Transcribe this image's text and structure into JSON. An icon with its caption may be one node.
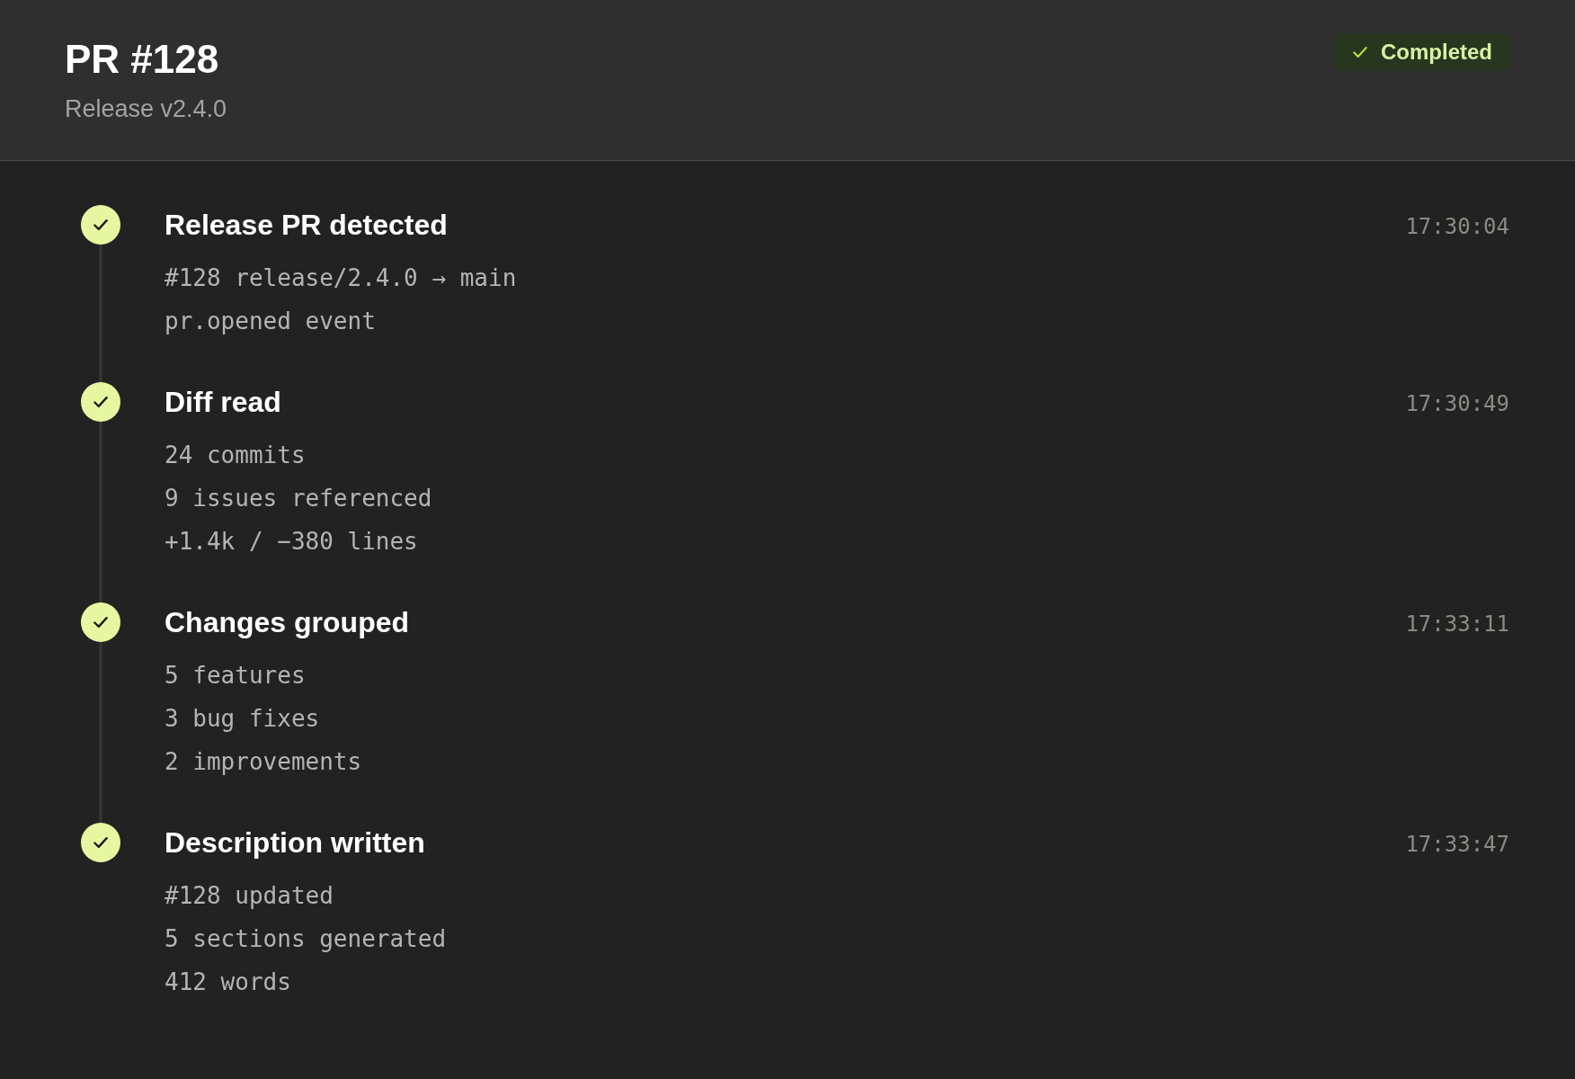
{
  "diagram": {
    "title": "PR #128",
    "nodes": [
      {
        "text": [],
        "shape": "circle",
        "beside": [
          "Release PR detected",
          "#128 release/2.4.0 → main",
          "pr.opened event"
        ]
      },
      {
        "text": [],
        "shape": "circle",
        "beside": [
          "Diff read",
          "24 commits",
          "9 issues referenced",
          "+1.4k / −380 lines"
        ]
      },
      {
        "text": [],
        "shape": "circle",
        "beside": [
          "Changes grouped",
          "5 features",
          "3 bug fixes",
          "2 improvements"
        ]
      },
      {
        "text": [],
        "shape": "circle",
        "beside": [
          "Description written",
          "#128 updated",
          "5 sections generated",
          "412 words"
        ]
      }
    ],
    "edges": [
      {
        "from": 0,
        "to": 1,
        "arrow": "none"
      },
      {
        "from": 1,
        "to": 2,
        "arrow": "none"
      },
      {
        "from": 2,
        "to": 3,
        "arrow": "none"
      }
    ],
    "labels": [
      "Release v2.4.0",
      "Completed",
      "17:30:04",
      "17:30:49",
      "17:33:11",
      "17:33:47"
    ]
  }
}
